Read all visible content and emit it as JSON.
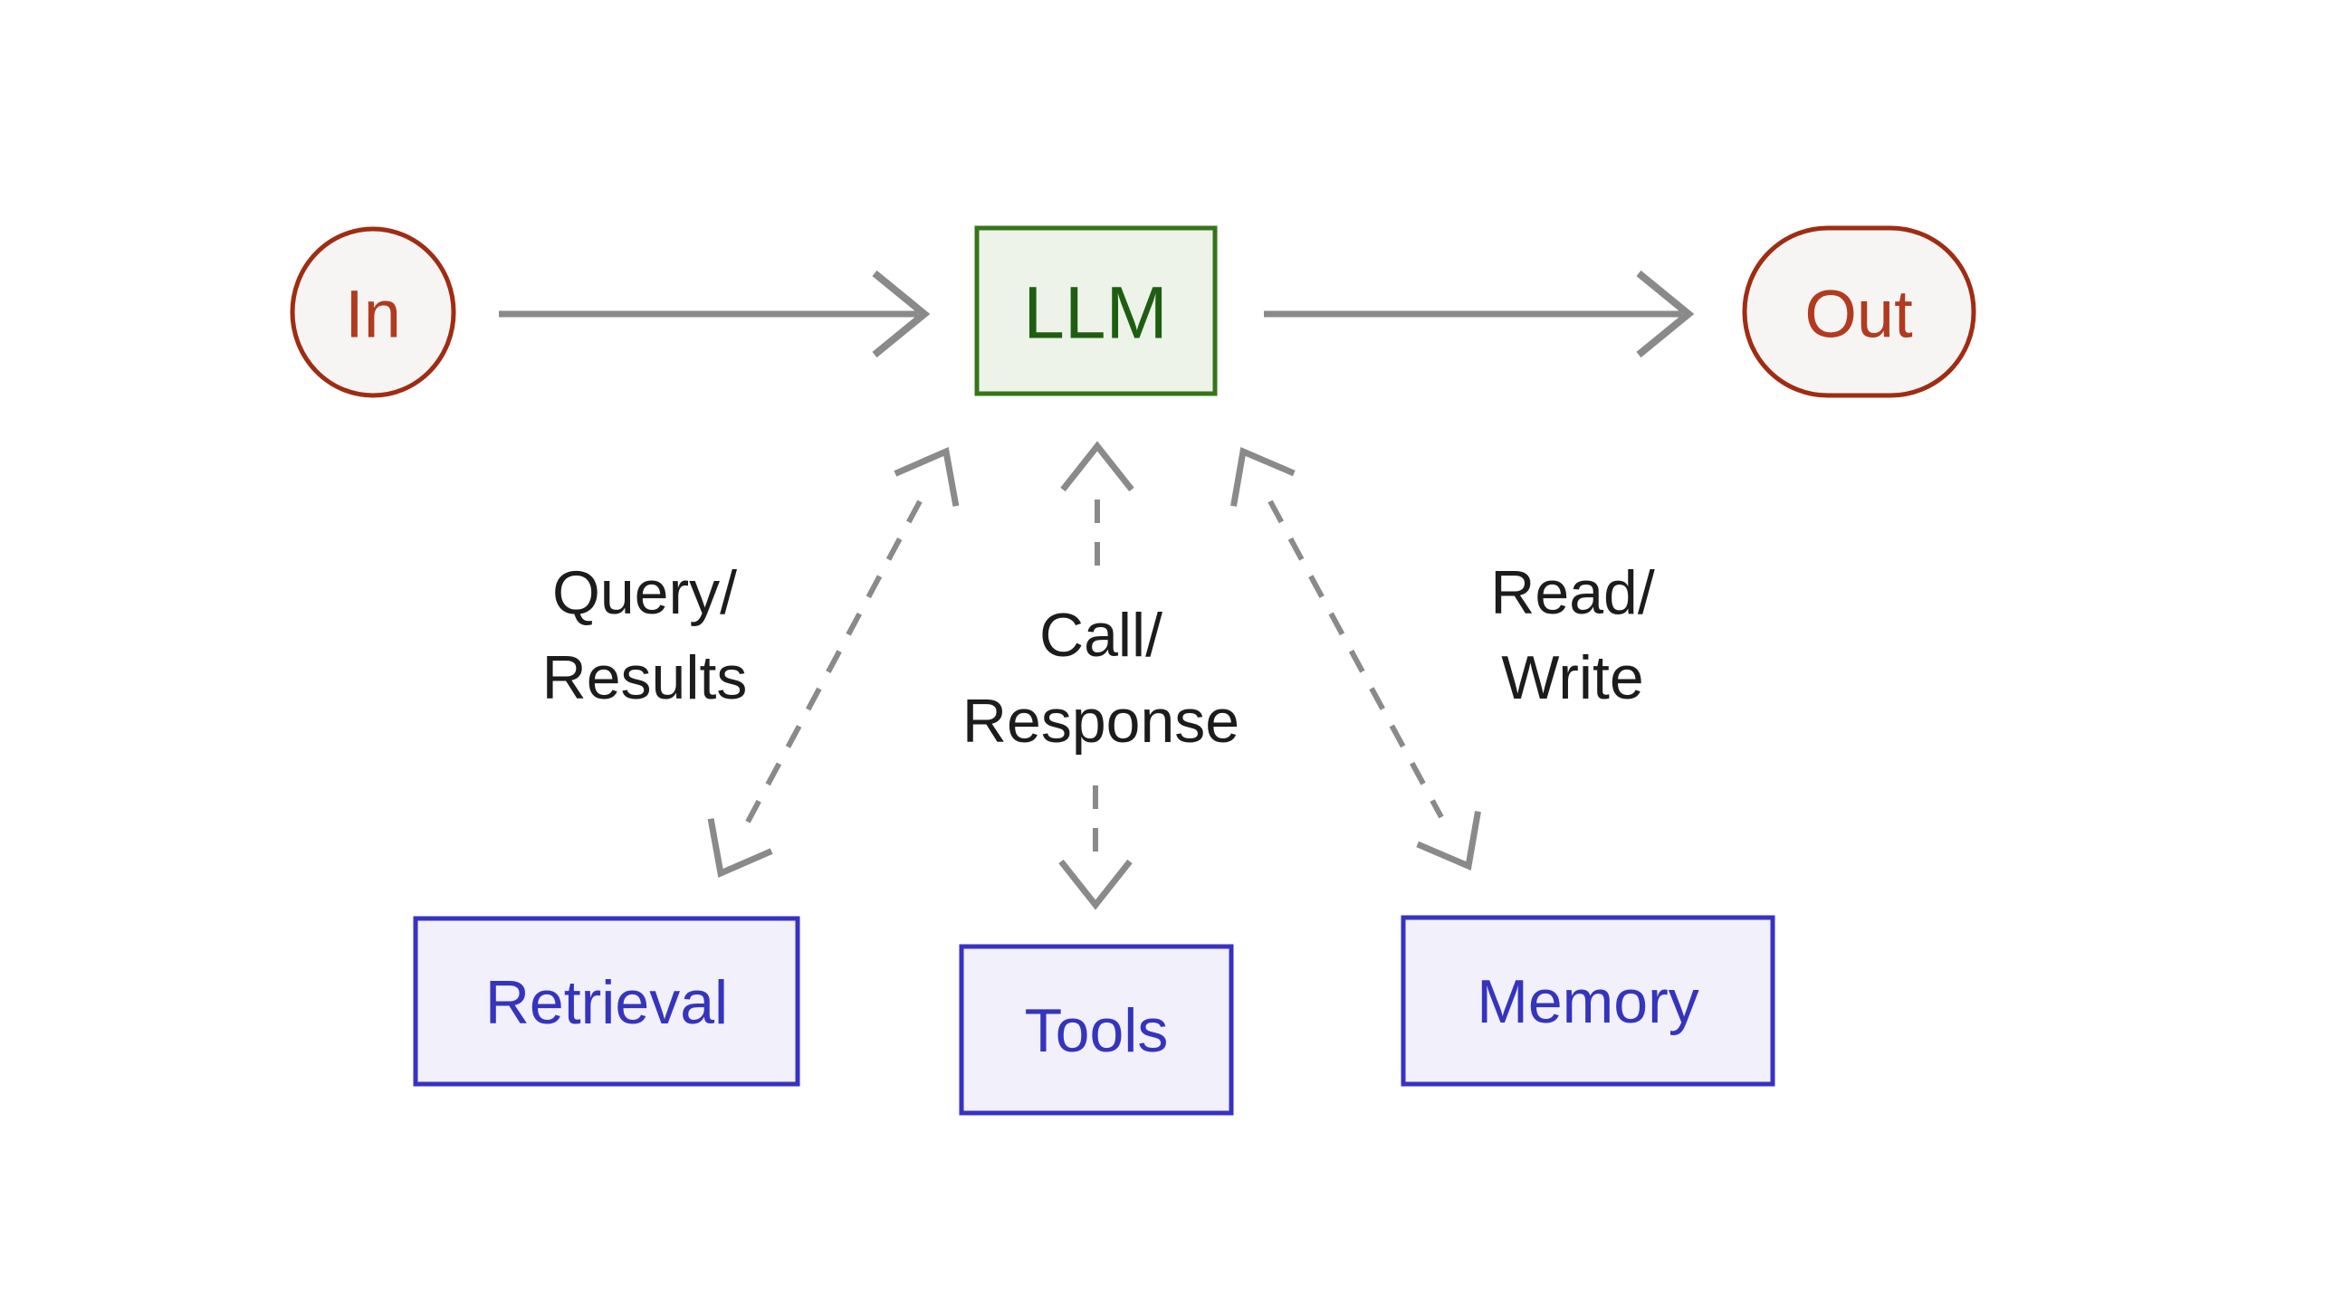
{
  "nodes": {
    "input": {
      "label": "In"
    },
    "llm": {
      "label": "LLM"
    },
    "output": {
      "label": "Out"
    },
    "retrieval": {
      "label": "Retrieval"
    },
    "tools": {
      "label": "Tools"
    },
    "memory": {
      "label": "Memory"
    }
  },
  "edge_labels": {
    "retrieval": {
      "line1": "Query/",
      "line2": "Results"
    },
    "tools": {
      "line1": "Call/",
      "line2": "Response"
    },
    "memory": {
      "line1": "Read/",
      "line2": "Write"
    }
  },
  "colors": {
    "canvas-bg": "#ffffff",
    "red-border": "#9f2c13",
    "red-text": "#b23a1e",
    "red-fill": "#f7f5f3",
    "green-border": "#367519",
    "green-text": "#1f5e12",
    "green-fill": "#edf3e8",
    "blue-border": "#3732c4",
    "blue-text": "#3434bd",
    "blue-fill": "#f1f0fb",
    "arrow-gray": "#8a8a8a",
    "label-text": "#1c1c1c"
  }
}
